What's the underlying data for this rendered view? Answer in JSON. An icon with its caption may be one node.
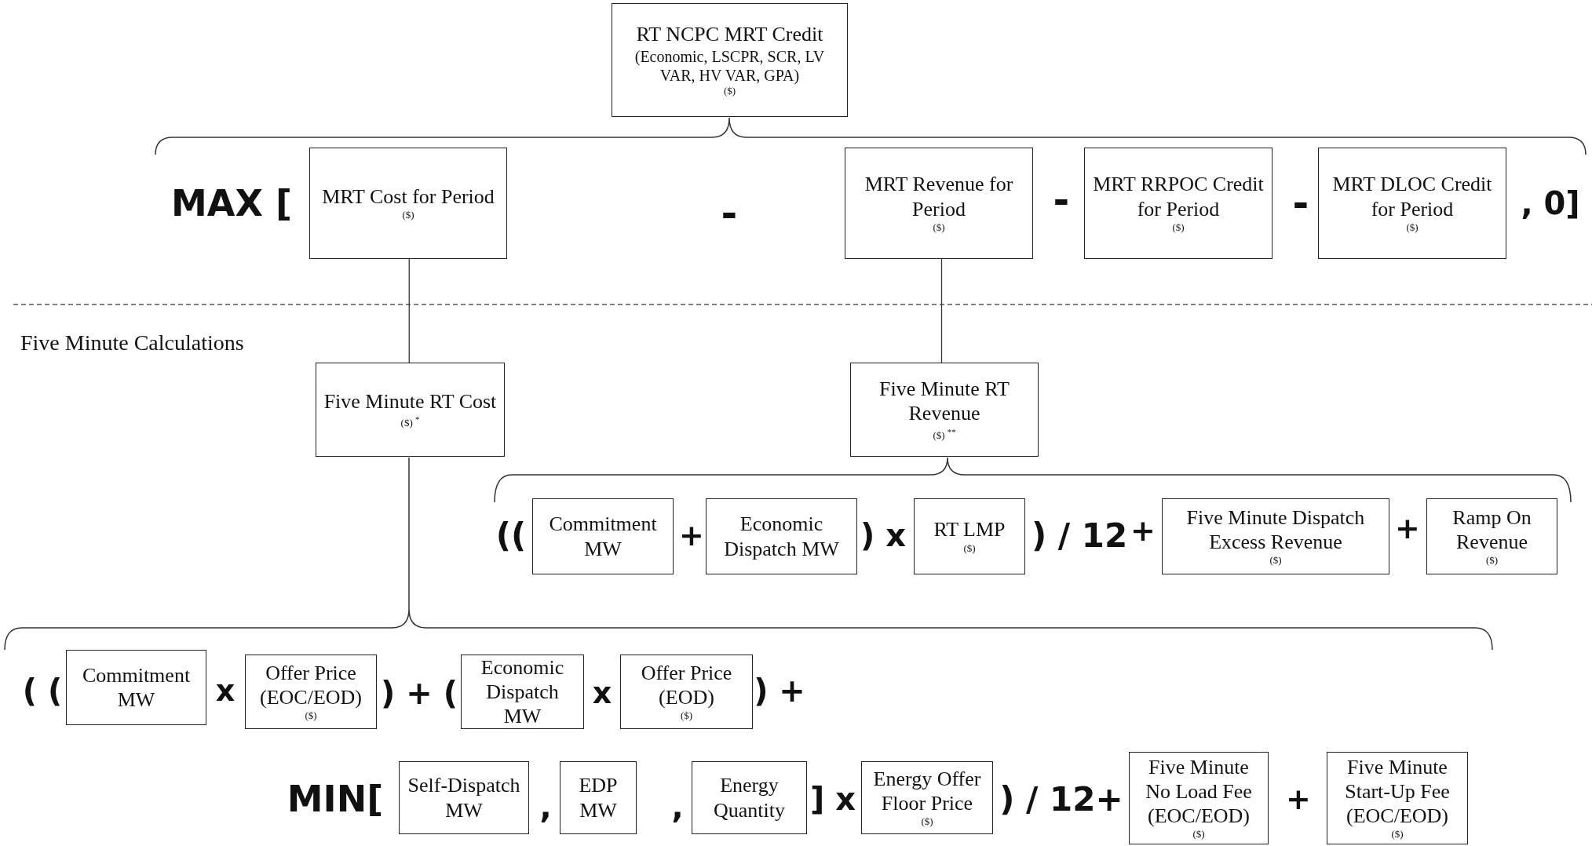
{
  "diagram": {
    "nodes": [
      {
        "text": [
          "RT NCPC MRT Credit",
          "(Economic, LSCPR, SCR, LV VAR, HV VAR, GPA)",
          "($)"
        ]
      },
      {
        "text": [
          "MRT Cost for Period",
          "($)"
        ]
      },
      {
        "text": [
          "MRT Revenue for Period",
          "($)"
        ]
      },
      {
        "text": [
          "MRT RRPOC Credit for Period",
          "($)"
        ]
      },
      {
        "text": [
          "MRT DLOC Credit for Period",
          "($)"
        ]
      },
      {
        "text": [
          "Five Minute RT Cost",
          "($) $^{*}$"
        ]
      },
      {
        "text": [
          "Five Minute RT Revenue",
          "($) $^{**}$"
        ]
      },
      {
        "text": [
          "Commitment MW"
        ]
      },
      {
        "text": [
          "Economic Dispatch MW"
        ]
      },
      {
        "text": [
          "RT LMP",
          "($)"
        ]
      },
      {
        "text": [
          "Five Minute Dispatch Excess Revenue",
          "($)"
        ]
      },
      {
        "text": [
          "Ramp On Revenue",
          "($)"
        ]
      },
      {
        "text": [
          "Commitment MW"
        ]
      },
      {
        "text": [
          "Offer Price (EOC/EOD)",
          "($)"
        ]
      },
      {
        "text": [
          "Economic Dispatch MW"
        ]
      },
      {
        "text": [
          "Offer Price (EOD)",
          "($)"
        ]
      },
      {
        "text": [
          "Self-Dispatch MW"
        ]
      },
      {
        "text": [
          "EDP MW"
        ]
      },
      {
        "text": [
          "Energy Quantity"
        ]
      },
      {
        "text": [
          "Energy Offer Floor Price",
          "($)"
        ]
      },
      {
        "text": [
          "Five Minute No Load Fee (EOC/EOD)",
          "($)"
        ]
      },
      {
        "text": [
          "Five Minute Start-Up Fee (EOC/EOD)",
          "($)"
        ]
      }
    ],
    "edges": [
      {
        "from": 1,
        "to": 5,
        "arrow": "none"
      },
      {
        "from": 2,
        "to": 6,
        "arrow": "none"
      }
    ],
    "labels": [
      "MAX [",
      "-",
      "-",
      "-",
      ", 0]",
      "Five Minute Calculations",
      "((",
      "+",
      ") x",
      ") / 12",
      "+",
      "+",
      "( (",
      "x",
      ") + (",
      "x",
      ") +",
      "MIN[",
      ",",
      ",",
      "] x",
      ") / 12+",
      "+"
    ]
  }
}
